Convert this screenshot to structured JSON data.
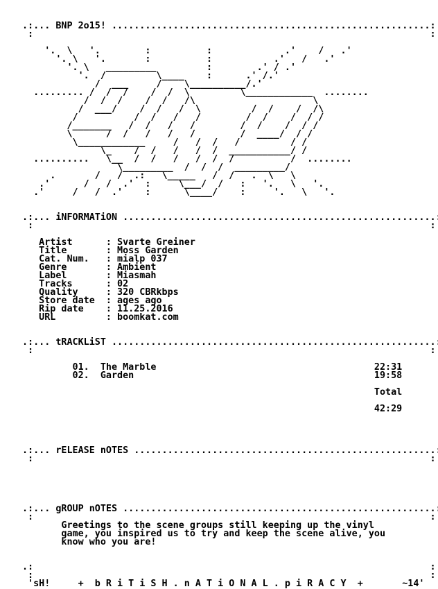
{
  "nfo_lines": [
    "",
    ".:... BNP 2o15! .........................................................:",
    " :                                                                       :",
    "",
    "    '.  \\   '.        :          :             .'    /   .'",
    "      '. \\   '.       :          :           .'   /   .'",
    "        '. \\   _________         :        .' / .'",
    "          '.  /         \\____    :      .' /.'",
    "             /  ___     /    \\__________/.'",
    "  ......... /  /  /    /  /  \\         \\____________  ........",
    "           /  /  /    /  /   /\\                     \\",
    "          /  ___/    /  /   /  \\         /  /    /  /\\",
    "         /          /  /   /   /        /  /    /  / /",
    "        /_______   /  /   /   /        /  /    /  / /",
    "        \\      /  /   /   /   /        /  ____/  / /",
    "         \\____________     /   /  /   /         / /",
    "              \\_    /  /   /   /  /  ___________/ /",
    "  ..........   \\__  /  /   /   /  /  /          /  ........",
    "                 \\_________  /  /  /  _________/",
    "     .       /   /  .:   \\_____   /  /   .  \\   \\",
    "   .'      /   /  .'  :     \\___/  /   :   '.   \\   '.",
    "  .'     /   /  .'    :      \\____/    :     '.   \\   '.",
    "",
    "",
    ".:... iNFORMATiON ........................................................:",
    " :                                                                       :",
    "",
    "   Artist      : Svarte Greiner",
    "   Title       : Moss Garden",
    "   Cat. Num.   : mialp 037",
    "   Genre       : Ambient",
    "   Label       : Miasmah",
    "   Tracks      : 02",
    "   Quality     : 320 CBRkbps",
    "   Store date  : ages ago",
    "   Rip date    : 11.25.2016",
    "   URL         : boomkat.com",
    "",
    "",
    ".:... tRACKLiST ..........................................................:",
    " :                                                                       :",
    "",
    "         01.  The Marble                                       22:31",
    "         02.  Garden                                           19:58",
    "",
    "                                                               Total",
    "",
    "                                                               42:29",
    "",
    "",
    "",
    "",
    ".:... rELEASE nOTES ......................................................:",
    " :                                                                       :",
    "",
    "",
    "",
    "",
    "",
    ".:... gROUP nOTES ........................................................:",
    " :                                                                       :",
    "       Greetings to the scene groups still keeping up the vinyl",
    "       game, you inspired us to try and keep the scene alive, you",
    "       know who you are!",
    "",
    "",
    ".:                                                                       :",
    " :                                                                       :",
    " 'sH!     +  b R i T i S H . n A T i O N A L . p i R A C Y  +       ~14'"
  ]
}
